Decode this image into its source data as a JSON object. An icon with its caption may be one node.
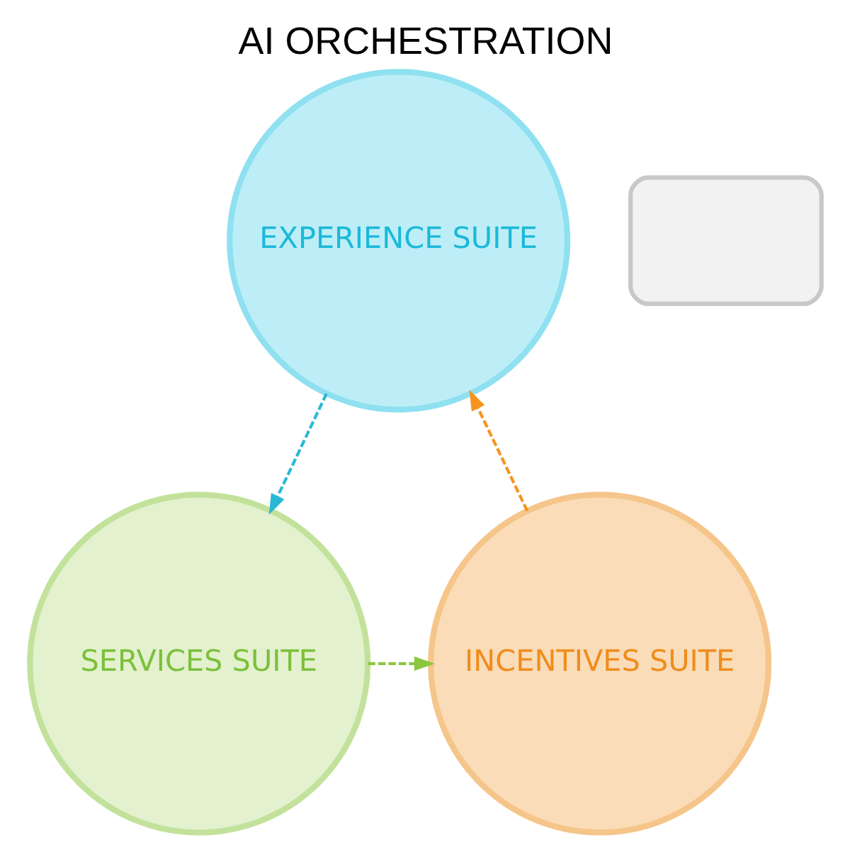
{
  "diagram": {
    "title": "AI ORCHESTRATION",
    "nodes": [
      {
        "text": [
          "EXPERIENCE SUITE"
        ]
      },
      {
        "text": [],
        "shape": "box"
      },
      {
        "text": [
          "INCENTIVES SUITE"
        ]
      },
      {
        "text": [
          "SERVICES SUITE"
        ]
      }
    ],
    "edges": [
      {
        "from": 0,
        "to": 3,
        "arrow": "to",
        "style": "dashed",
        "color": "#29b8d6"
      },
      {
        "from": 3,
        "to": 2,
        "arrow": "to",
        "style": "dashed",
        "color": "#8cc63f"
      },
      {
        "from": 2,
        "to": 0,
        "arrow": "to",
        "style": "dashed",
        "color": "#f7941d"
      }
    ]
  }
}
